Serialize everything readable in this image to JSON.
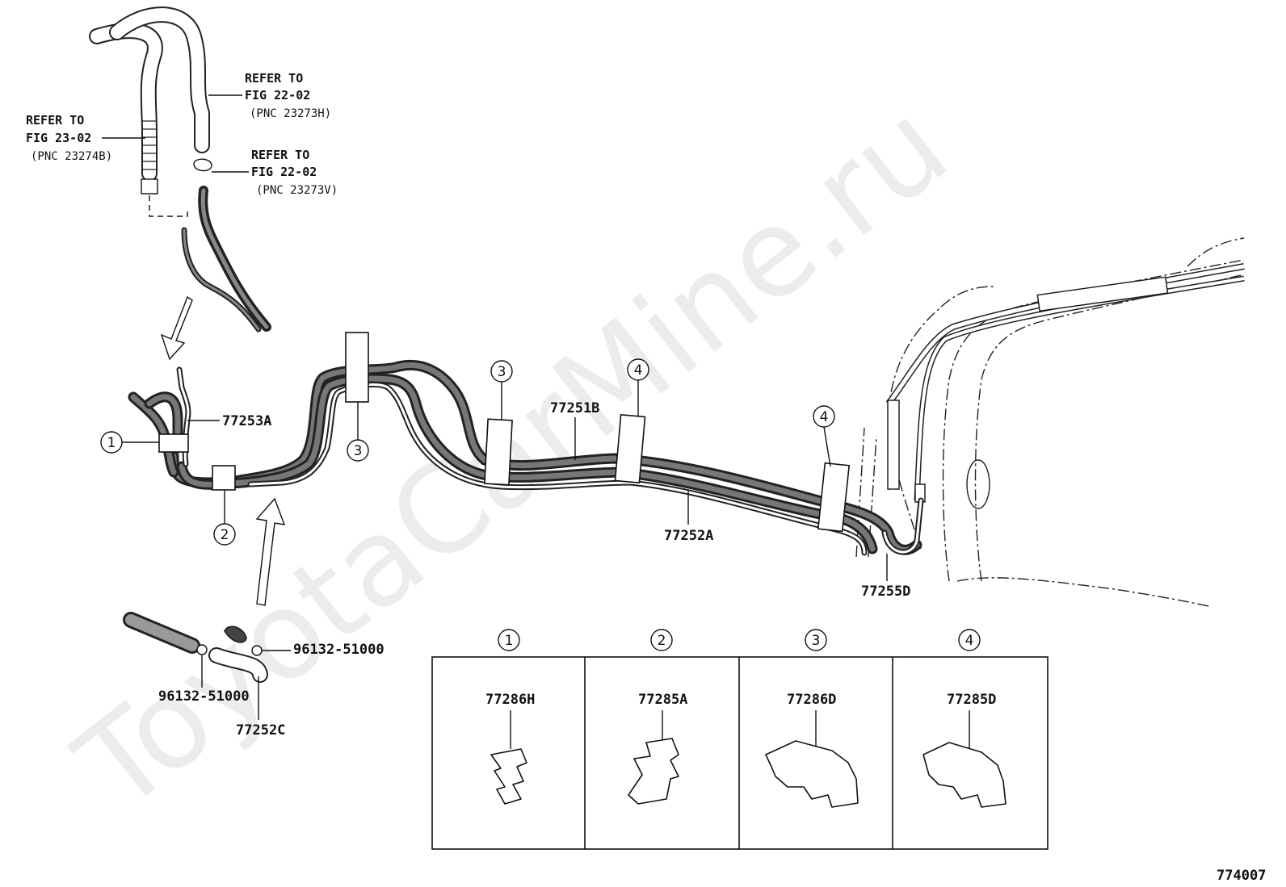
{
  "watermark": "ToyotaCarMine.ru",
  "refs": [
    {
      "line1": "REFER TO",
      "line2": "FIG 23-02",
      "line3": "(PNC 23274B)"
    },
    {
      "line1": "REFER TO",
      "line2": "FIG 22-02",
      "line3": "(PNC 23273H)"
    },
    {
      "line1": "REFER TO",
      "line2": "FIG 22-02",
      "line3": "(PNC 23273V)"
    }
  ],
  "parts": {
    "hose_upper": "77253A",
    "pipe_main_b": "77251B",
    "pipe_main_a": "77252A",
    "pipe_end": "77255D",
    "hose_lower": "77252C",
    "clip_a": "96132-51000",
    "clip_b": "96132-51000"
  },
  "callouts": [
    "1",
    "2",
    "3",
    "3",
    "4",
    "4"
  ],
  "legend": [
    {
      "num": "1",
      "part": "77286H"
    },
    {
      "num": "2",
      "part": "77285A"
    },
    {
      "num": "3",
      "part": "77286D"
    },
    {
      "num": "4",
      "part": "77285D"
    }
  ],
  "figure_number": "774007"
}
